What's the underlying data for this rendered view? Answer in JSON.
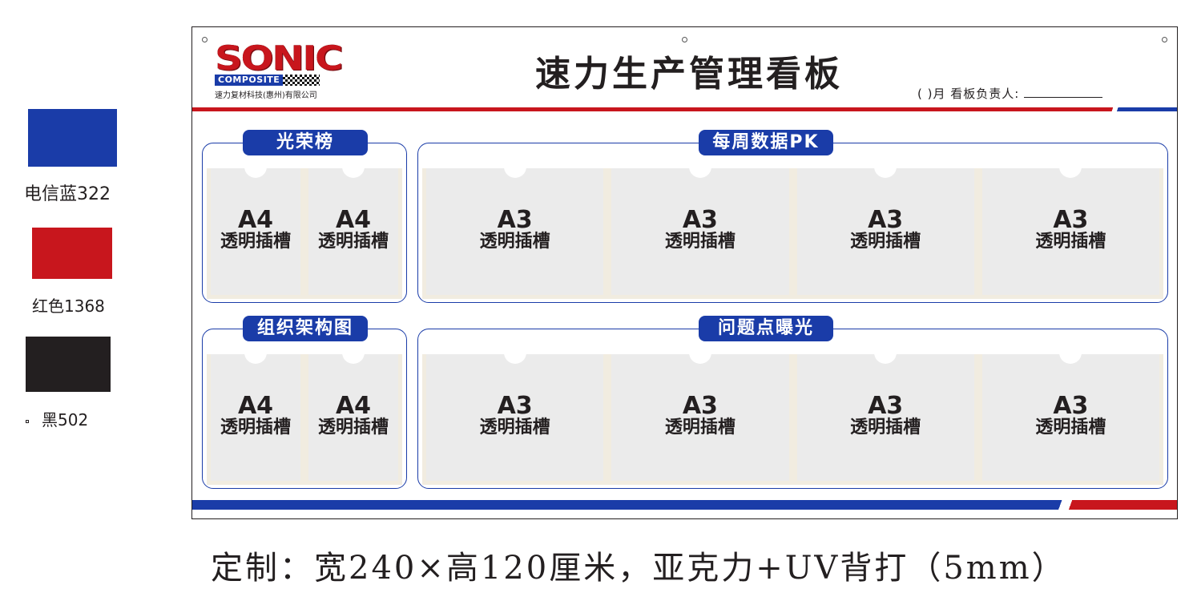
{
  "colors": {
    "blue": "#1a3ca8",
    "red": "#c8161d",
    "black": "#231f20"
  },
  "swatches": [
    {
      "label": "电信蓝322",
      "color": "#1a3ca8"
    },
    {
      "label": "红色1368",
      "color": "#c8161d"
    },
    {
      "label": "黑502",
      "color": "#231f20"
    }
  ],
  "logo": {
    "word": "SONIC",
    "sub": "COMPOSITE",
    "company": "速力复材科技(惠州)有限公司"
  },
  "board": {
    "title": "速力生产管理看板",
    "month_label": "(    )月  看板负责人:"
  },
  "sections": {
    "honor": {
      "title": "光荣榜",
      "slots": [
        {
          "size": "A4",
          "text": "透明插槽"
        },
        {
          "size": "A4",
          "text": "透明插槽"
        }
      ]
    },
    "weekly": {
      "title": "每周数据PK",
      "slots": [
        {
          "size": "A3",
          "text": "透明插槽"
        },
        {
          "size": "A3",
          "text": "透明插槽"
        },
        {
          "size": "A3",
          "text": "透明插槽"
        },
        {
          "size": "A3",
          "text": "透明插槽"
        }
      ]
    },
    "org": {
      "title": "组织架构图",
      "slots": [
        {
          "size": "A4",
          "text": "透明插槽"
        },
        {
          "size": "A4",
          "text": "透明插槽"
        }
      ]
    },
    "issues": {
      "title": "问题点曝光",
      "slots": [
        {
          "size": "A3",
          "text": "透明插槽"
        },
        {
          "size": "A3",
          "text": "透明插槽"
        },
        {
          "size": "A3",
          "text": "透明插槽"
        },
        {
          "size": "A3",
          "text": "透明插槽"
        }
      ]
    }
  },
  "spec": "定制：宽240×高120厘米，亚克力+UV背打（5mm）"
}
